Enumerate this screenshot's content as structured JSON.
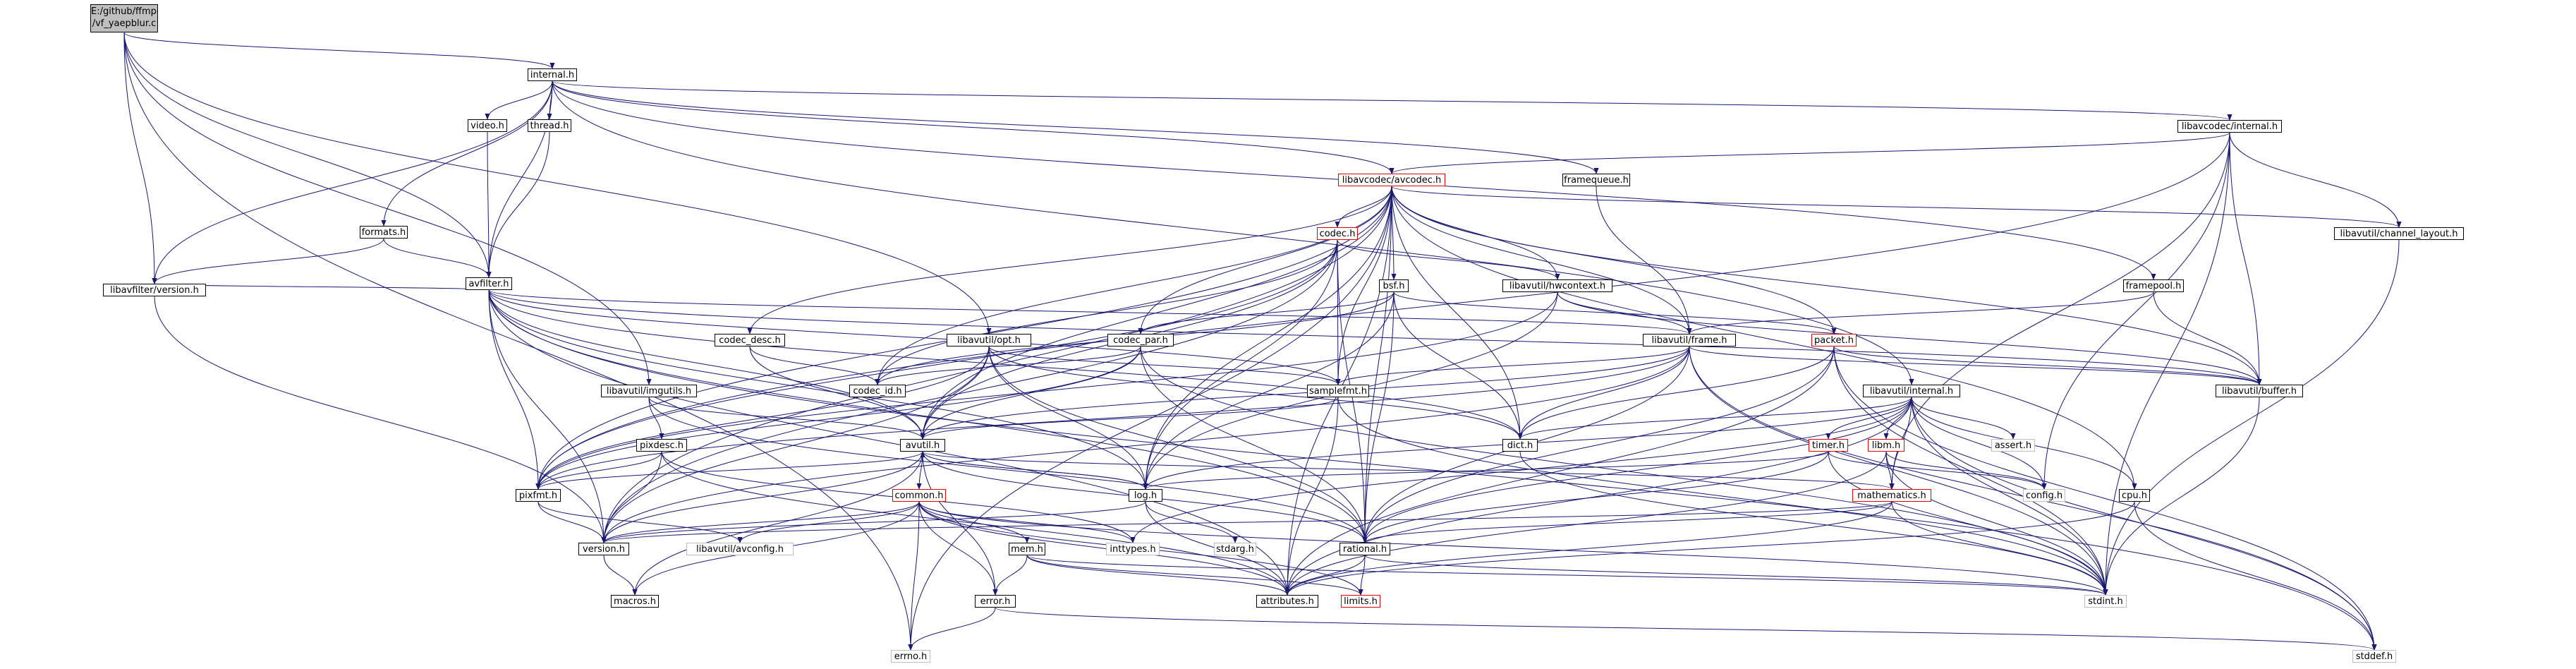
{
  "root": {
    "line1": "E:/github/ffmpeg/libavfilter",
    "line2": "/vf_yaepblur.c"
  },
  "colors": {
    "edge": "#191970",
    "normal_border": "#000000",
    "truncated_border": "#e00000",
    "system_border": "#bfbfbf",
    "root_fill": "#bfbfbf"
  },
  "nodes": {
    "internal_h": "internal.h",
    "video_h": "video.h",
    "thread_h": "thread.h",
    "formats_h": "formats.h",
    "avfilter_h": "avfilter.h",
    "lavfi_version_h": "libavfilter/version.h",
    "avcodec_h": "libavcodec/avcodec.h",
    "framequeue_h": "framequeue.h",
    "lavc_internal_h": "libavcodec/internal.h",
    "codec_h": "codec.h",
    "bsf_h": "bsf.h",
    "hwcontext_h": "libavutil/hwcontext.h",
    "channel_layout_h": "libavutil/channel_layout.h",
    "framepool_h": "framepool.h",
    "codec_desc_h": "codec_desc.h",
    "imgutils_h": "libavutil/imgutils.h",
    "opt_h": "libavutil/opt.h",
    "codec_par_h": "codec_par.h",
    "frame_h": "libavutil/frame.h",
    "packet_h": "packet.h",
    "buffer_h": "libavutil/buffer.h",
    "codec_id_h": "codec_id.h",
    "samplefmt_h": "samplefmt.h",
    "pixdesc_h": "pixdesc.h",
    "avutil_h": "avutil.h",
    "dict_h": "dict.h",
    "lavu_internal_h": "libavutil/internal.h",
    "timer_h": "timer.h",
    "libm_h": "libm.h",
    "assert_h": "assert.h",
    "pixfmt_h": "pixfmt.h",
    "common_h": "common.h",
    "log_h": "log.h",
    "mathematics_h": "mathematics.h",
    "config_h": "config.h",
    "cpu_h": "cpu.h",
    "version_h": "version.h",
    "avconfig_h": "libavutil/avconfig.h",
    "inttypes_h": "inttypes.h",
    "stdarg_h": "stdarg.h",
    "mem_h": "mem.h",
    "rational_h": "rational.h",
    "macros_h": "macros.h",
    "error_h": "error.h",
    "attributes_h": "attributes.h",
    "limits_h": "limits.h",
    "stdint_h": "stdint.h",
    "errno_h": "errno.h",
    "stddef_h": "stddef.h"
  }
}
